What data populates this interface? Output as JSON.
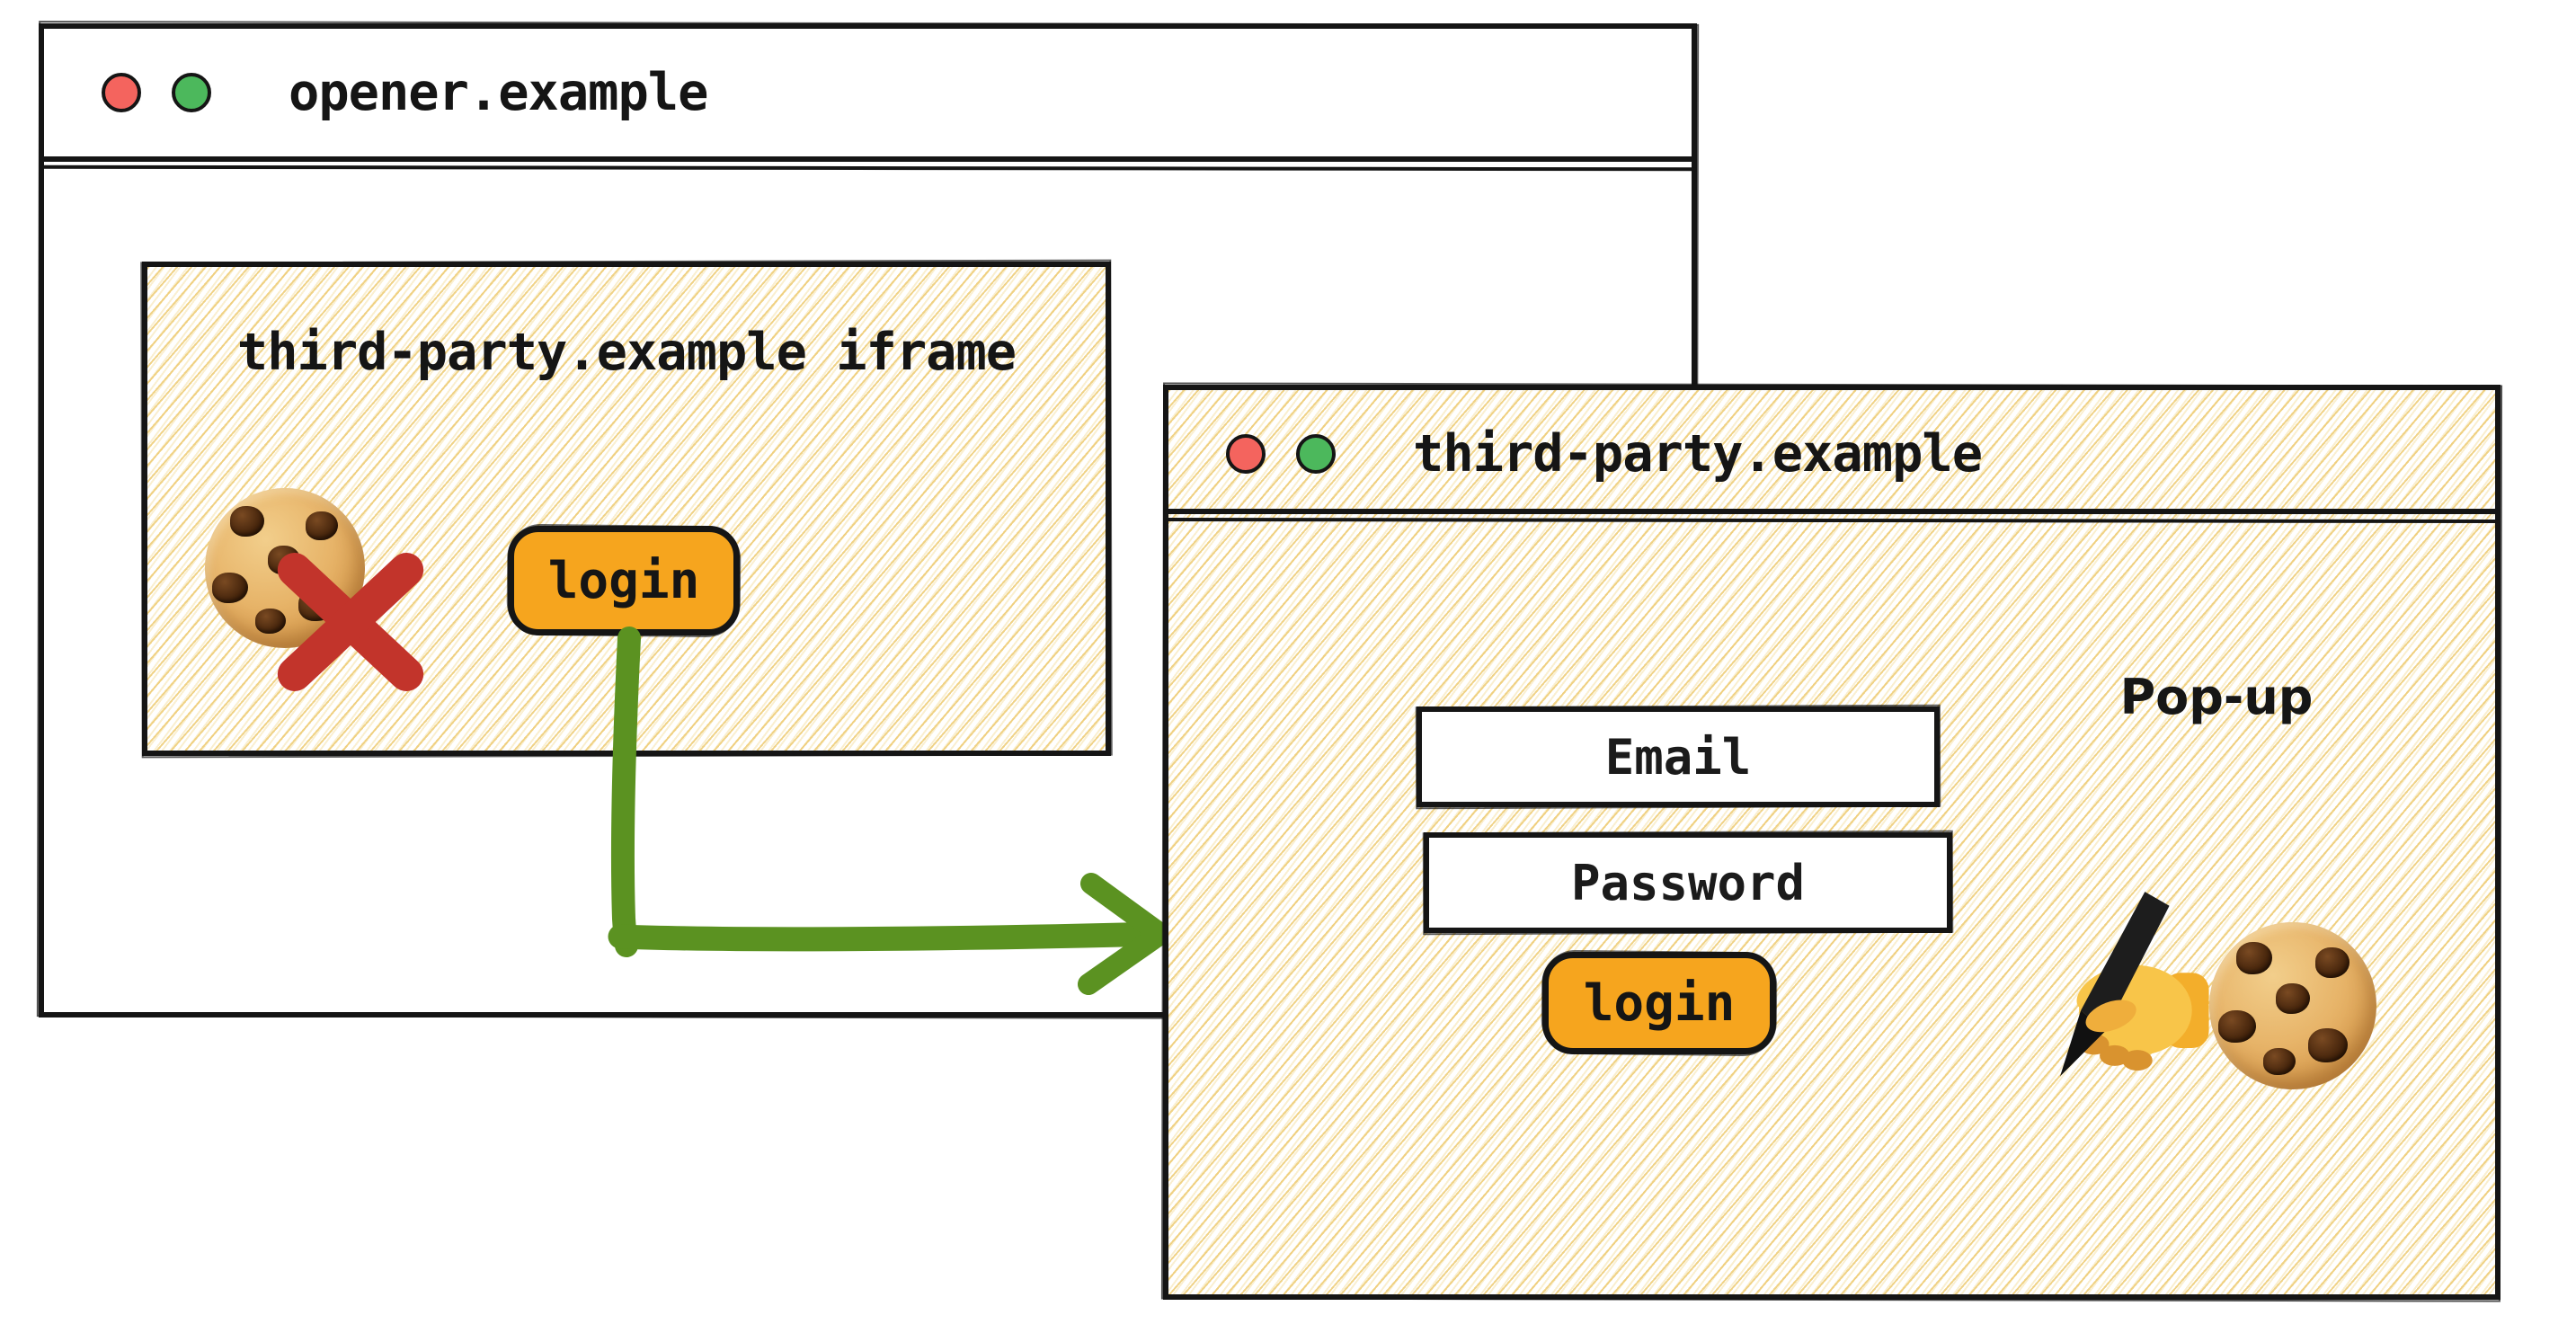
{
  "colors": {
    "ink": "#151515",
    "button_orange": "#F6A51E",
    "arrow_green": "#5B9221",
    "traffic_red": "#F4645E",
    "traffic_green": "#4CB85C",
    "cross_red": "#C2342B",
    "hatch_yellow": "#EECB73"
  },
  "opener": {
    "title": "opener.example",
    "traffic_lights": [
      "red",
      "green"
    ],
    "iframe": {
      "label": "third-party.example iframe",
      "icon": "cookie-blocked-icon",
      "login_button": "login"
    }
  },
  "popup": {
    "title": "third-party.example",
    "traffic_lights": [
      "red",
      "green"
    ],
    "annotation": "Pop-up",
    "form": {
      "email": "Email",
      "password": "Password",
      "login_button": "login"
    },
    "icons": [
      "writing-hand-icon",
      "cookie-icon"
    ]
  },
  "arrow": {
    "color": "#5B9221",
    "connects": "iframe login button to popup window"
  }
}
